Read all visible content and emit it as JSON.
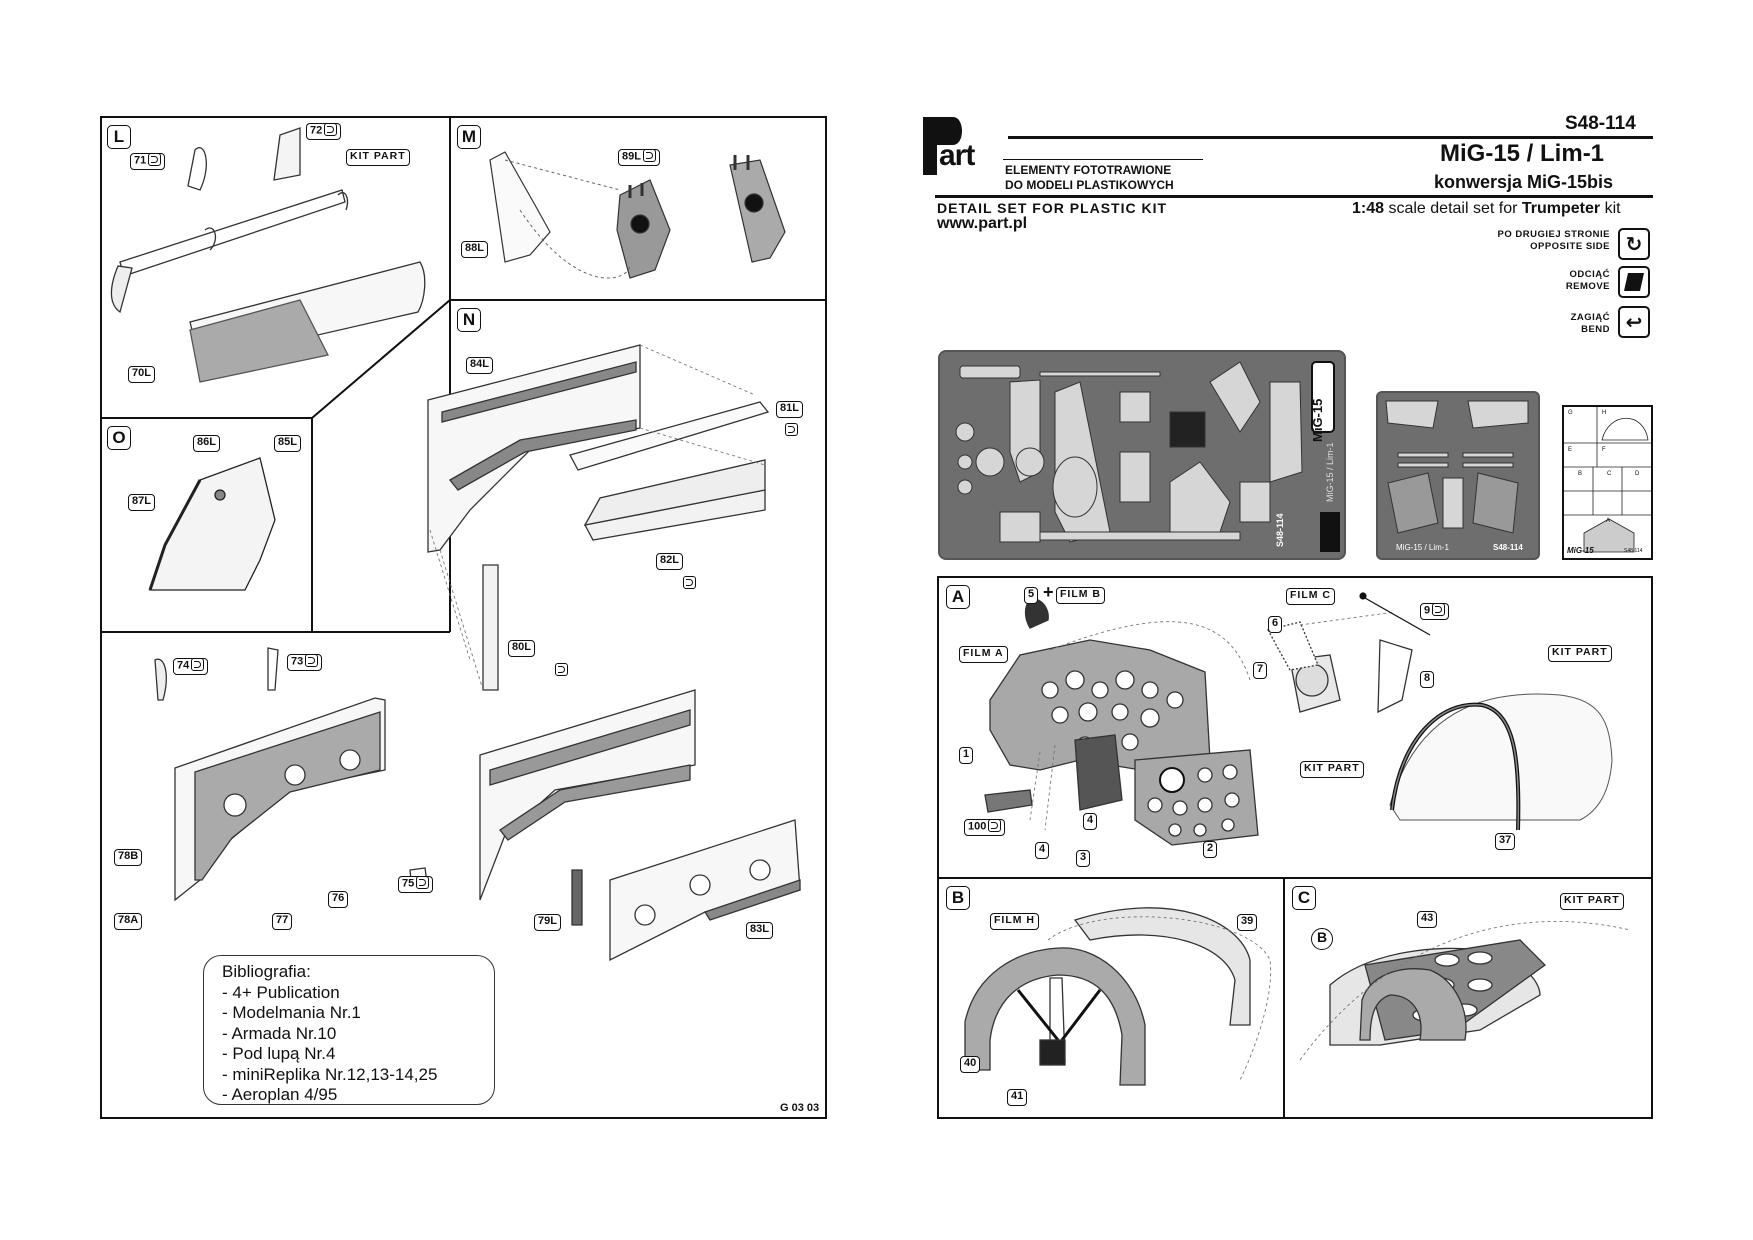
{
  "product_code": "S48-114",
  "brand": {
    "logo_letters": "Part"
  },
  "title": "MiG-15 / Lim-1",
  "subtitle": "konwersja MiG-15bis",
  "polish_desc": [
    "ELEMENTY FOTOTRAWIONE",
    "DO MODELI PLASTIKOWYCH"
  ],
  "detail_set": "DETAIL SET FOR PLASTIC KIT",
  "website": "www.part.pl",
  "scale": {
    "ratio": "1:48",
    "middle": " scale detail set for ",
    "brand": "Trumpeter",
    "tail": " kit"
  },
  "legend": [
    {
      "line1": "PO DRUGIEJ STRONIE",
      "line2": "OPPOSITE SIDE",
      "icon": "opposite-side-icon"
    },
    {
      "line1": "ODCIĄĆ",
      "line2": "REMOVE",
      "icon": "remove-icon"
    },
    {
      "line1": "ZAGIĄĆ",
      "line2": "BEND",
      "icon": "bend-icon"
    }
  ],
  "fret_large": {
    "vertical_label": "MiG-15",
    "code": "S48-114",
    "caption": "MiG-15 / Lim-1"
  },
  "fret_small": {
    "caption": "MiG-15 / Lim-1",
    "code": "S48-114"
  },
  "film_sheet": {
    "caption": "MiG-15",
    "code": "S48-114",
    "letters": [
      "G",
      "H",
      "E",
      "F",
      "B",
      "C",
      "D",
      "A"
    ]
  },
  "sections": {
    "L": "L",
    "M": "M",
    "N": "N",
    "O": "O",
    "A": "A",
    "B": "B",
    "C": "C"
  },
  "labels": {
    "p71": "71",
    "p72": "72",
    "p70L": "70L",
    "kit_part": "KIT PART",
    "p89L": "89L",
    "p88L": "88L",
    "p84L": "84L",
    "p81L": "81L",
    "p82L": "82L",
    "p80L": "80L",
    "p86L": "86L",
    "p85L": "85L",
    "p87L": "87L",
    "p74": "74",
    "p73": "73",
    "p78B": "78B",
    "p78A": "78A",
    "p77": "77",
    "p76": "76",
    "p75": "75",
    "p79L": "79L",
    "p83L": "83L",
    "pA5": "5",
    "plus": "+",
    "film_b": "FILM B",
    "film_a": "FILM A",
    "film_c": "FILM C",
    "pA6": "6",
    "pA7": "7",
    "pA8": "8",
    "pA9": "9",
    "pA1": "1",
    "pA100": "100",
    "pA4a": "4",
    "pA4b": "4",
    "pA3": "3",
    "pA2": "2",
    "pA37": "37",
    "film_h": "FILM H",
    "pB39": "39",
    "pB40": "40",
    "pB41": "41",
    "pC43": "43",
    "pCB": "B"
  },
  "bibliography": {
    "heading": "Bibliografia:",
    "items": [
      "- 4+ Publication",
      "- Modelmania Nr.1",
      "- Armada Nr.10",
      "- Pod lupą Nr.4",
      "- miniReplika Nr.12,13-14,25",
      "- Aeroplan 4/95"
    ]
  },
  "footer_code": "G 03 03"
}
